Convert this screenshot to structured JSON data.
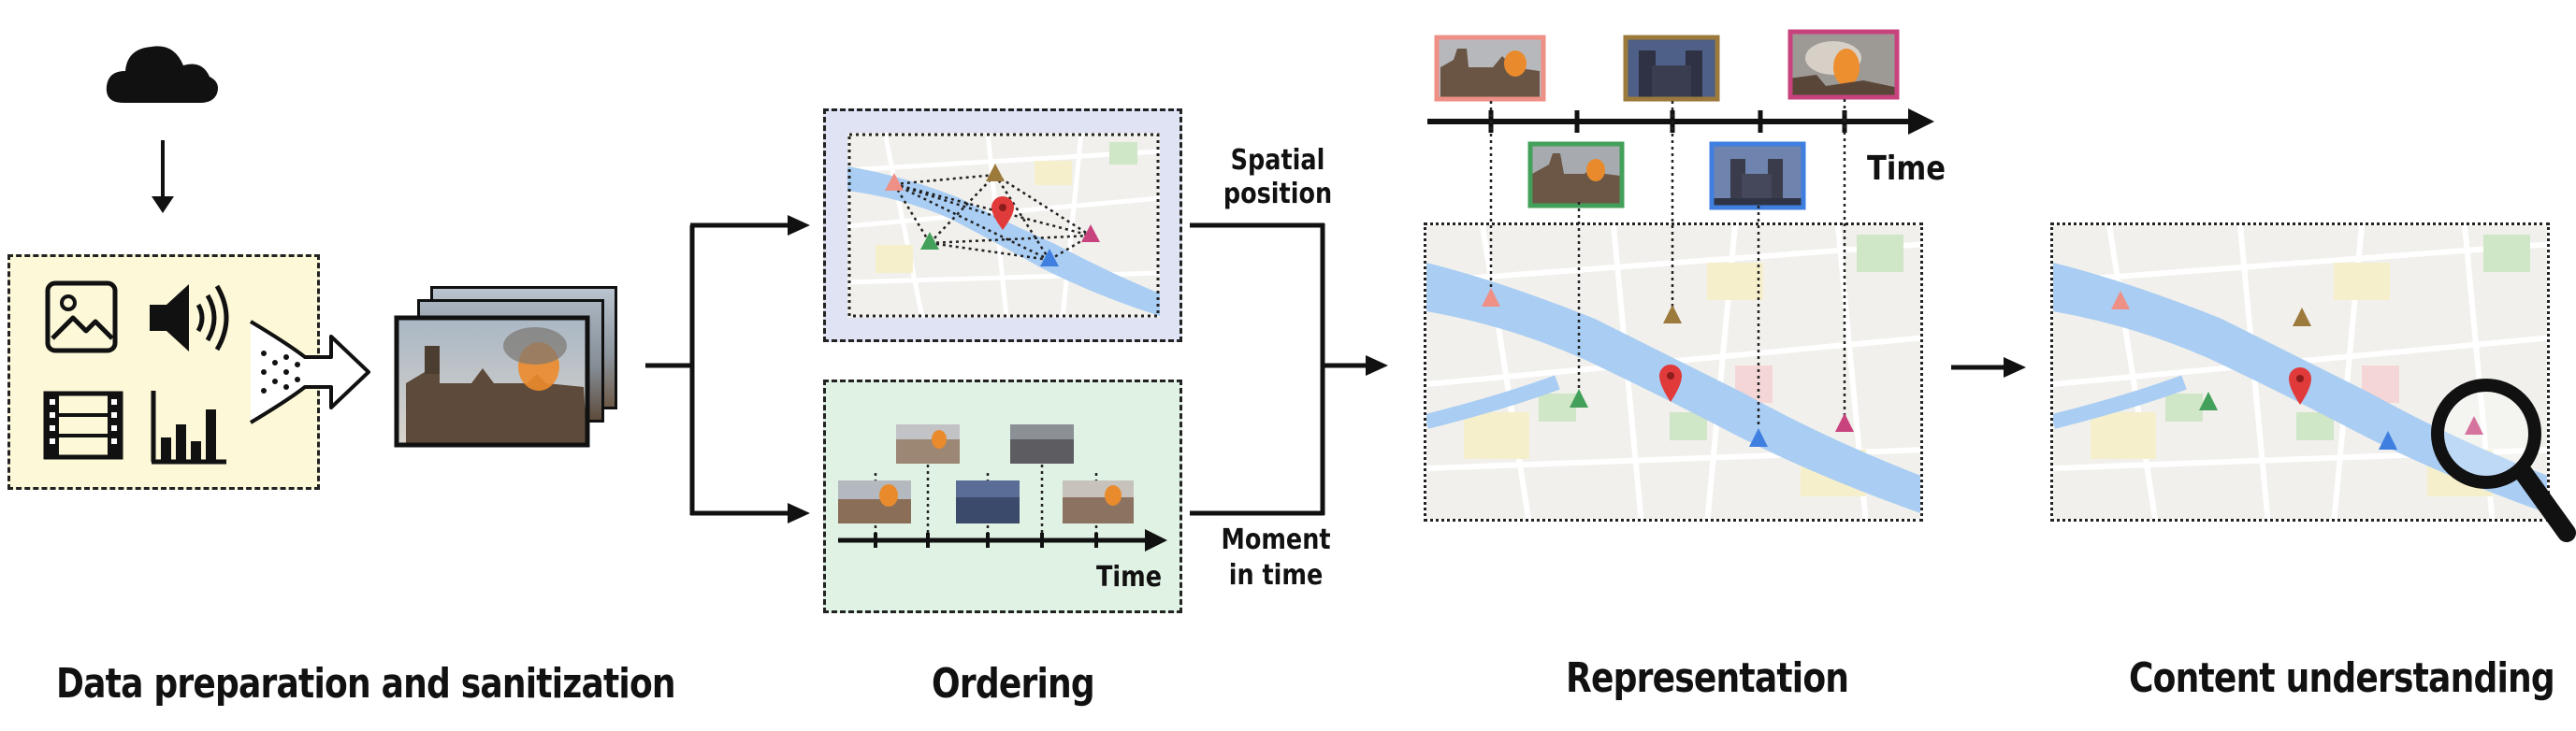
{
  "captions": {
    "preparation": "Data preparation and sanitization",
    "ordering": "Ordering",
    "representation": "Representation",
    "understanding": "Content understanding"
  },
  "branch_labels": {
    "spatial_line1": "Spatial",
    "spatial_line2": "position",
    "moment_line1": "Moment",
    "moment_line2": "in time"
  },
  "timeline_labels": {
    "ordering": "Time",
    "representation": "Time"
  },
  "icons": [
    "cloud-icon",
    "image-icon",
    "speaker-icon",
    "film-icon",
    "bar-chart-icon",
    "funnel-icon",
    "magnifier-icon"
  ],
  "colors": {
    "prep_panel": "#fcf8d8",
    "spatial_panel": "#dfe3f3",
    "temporal_panel": "#dff2e3",
    "marker_salmon": "#ef9087",
    "marker_gold": "#9c7a3c",
    "marker_green": "#42a05a",
    "marker_blue": "#3f7fe0",
    "marker_magenta": "#c8437e",
    "pin_red": "#e03a3a",
    "river": "#a9cdf3"
  }
}
